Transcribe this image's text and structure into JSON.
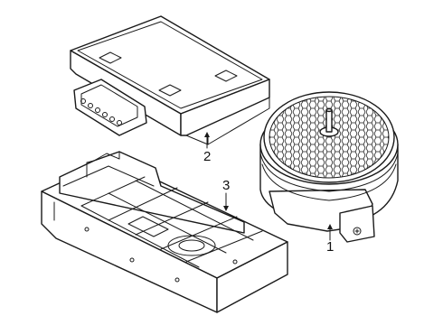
{
  "callouts": [
    {
      "id": "1",
      "text": "1"
    },
    {
      "id": "2",
      "text": "2"
    },
    {
      "id": "3",
      "text": "3"
    }
  ],
  "colors": {
    "stroke": "#1a1a1a",
    "background": "#ffffff"
  }
}
